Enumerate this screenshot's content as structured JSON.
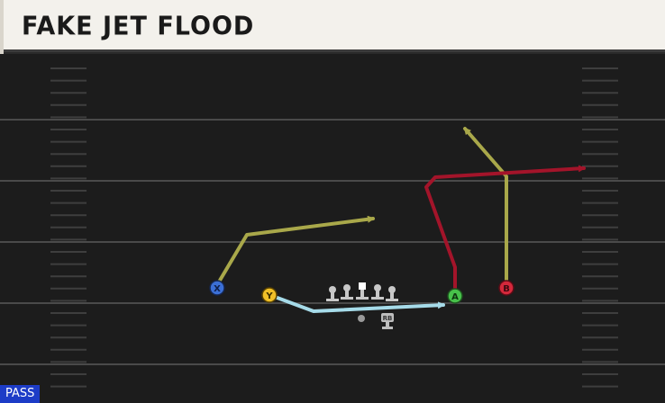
{
  "play": {
    "title": "FAKE JET FLOOD",
    "type_badge": "PASS"
  },
  "players": [
    {
      "id": "X",
      "label": "X",
      "color": "#3b6fd6"
    },
    {
      "id": "Y",
      "label": "Y",
      "color": "#f0c028"
    },
    {
      "id": "A",
      "label": "A",
      "color": "#47c14a"
    },
    {
      "id": "B",
      "label": "B",
      "color": "#d4283b"
    },
    {
      "id": "RB",
      "label": "RB",
      "color": "#bdbdbd"
    }
  ],
  "routes": [
    {
      "player": "X",
      "color": "#a9a84a"
    },
    {
      "player": "Y",
      "color": "#a6dbe9"
    },
    {
      "player": "A",
      "color": "#a3142a"
    },
    {
      "player": "B",
      "color": "#a9a84a"
    }
  ],
  "colors": {
    "field": "#1c1c1c",
    "yard_line": "#4a4a4a",
    "hash": "#3e3e3e",
    "lineman": "#c8c8c8",
    "badge": "#1d3cc7"
  }
}
